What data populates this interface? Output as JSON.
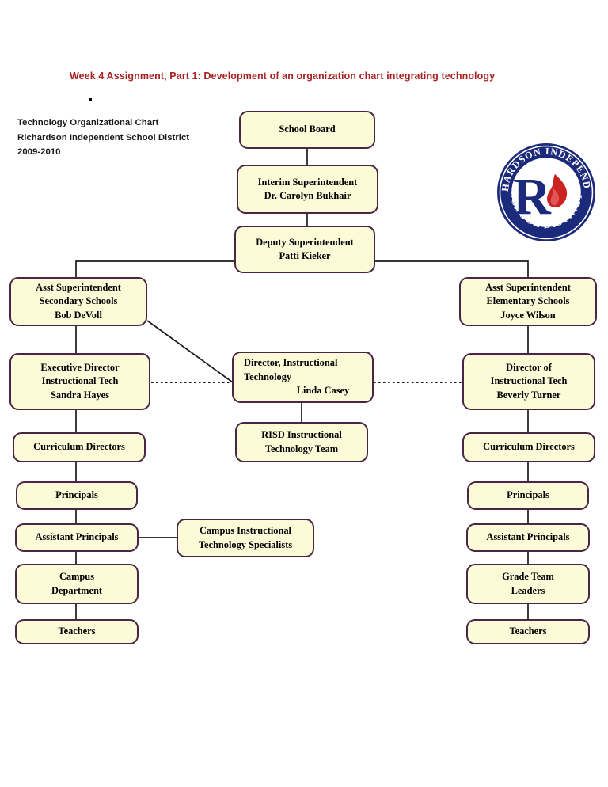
{
  "header": {
    "assignment_title": "Week 4 Assignment, Part 1: Development of an organization chart integrating technology",
    "bullet": "•",
    "caption_line1": "Technology Organizational Chart",
    "caption_line2": "Richardson Independent School District",
    "caption_line3": "2009-2010"
  },
  "logo": {
    "name": "risd-seal",
    "top_arc_text": "RICHARDSON INDEPENDENT",
    "bottom_arc_text": "SCHOOL DISTRICT",
    "monogram": "R",
    "ring_color": "#1b2a7a",
    "flame_color": "#cc2222"
  },
  "theme": {
    "box_fill": "#fcfbd8",
    "box_border": "#4a2545",
    "title_color": "#a82222",
    "connector_color": "#1a1a1a"
  },
  "nodes": {
    "school_board": {
      "l1": "School Board"
    },
    "interim_superintendent": {
      "l1": "Interim Superintendent",
      "l2": "Dr. Carolyn Bukhair"
    },
    "deputy_superintendent": {
      "l1": "Deputy Superintendent",
      "l2": "Patti Kieker"
    },
    "asst_super_secondary": {
      "l1": "Asst Superintendent",
      "l2": "Secondary Schools",
      "l3": "Bob DeVoll"
    },
    "asst_super_elementary": {
      "l1": "Asst Superintendent",
      "l2": "Elementary Schools",
      "l3": "Joyce Wilson"
    },
    "exec_director_it": {
      "l1": "Executive Director",
      "l2": "Instructional Tech",
      "l3": "Sandra Hayes"
    },
    "director_it_center": {
      "l1": "Director, Instructional",
      "l2": "Technology",
      "l3": "Linda Casey"
    },
    "director_it_right": {
      "l1": "Director of",
      "l2": "Instructional Tech",
      "l3": "Beverly Turner"
    },
    "risd_it_team": {
      "l1": "RISD Instructional",
      "l2": "Technology Team"
    },
    "curriculum_directors_left": {
      "l1": "Curriculum Directors"
    },
    "curriculum_directors_right": {
      "l1": "Curriculum Directors"
    },
    "principals_left": {
      "l1": "Principals"
    },
    "principals_right": {
      "l1": "Principals"
    },
    "assistant_principals_left": {
      "l1": "Assistant Principals"
    },
    "assistant_principals_right": {
      "l1": "Assistant Principals"
    },
    "campus_department": {
      "l1": "Campus",
      "l2": "Department"
    },
    "grade_team_leaders": {
      "l1": "Grade Team",
      "l2": "Leaders"
    },
    "teachers_left": {
      "l1": "Teachers"
    },
    "teachers_right": {
      "l1": "Teachers"
    },
    "campus_it_specialists": {
      "l1": "Campus Instructional",
      "l2": "Technology Specialists"
    }
  },
  "chart_data": {
    "type": "diagram",
    "title": "Technology Organizational Chart — Richardson Independent School District 2009-2010",
    "hierarchy": [
      {
        "id": "school_board",
        "label": "School Board",
        "level": 0,
        "parent": null
      },
      {
        "id": "interim_superintendent",
        "label": "Interim Superintendent / Dr. Carolyn Bukhair",
        "level": 1,
        "parent": "school_board"
      },
      {
        "id": "deputy_superintendent",
        "label": "Deputy Superintendent / Patti Kieker",
        "level": 2,
        "parent": "interim_superintendent"
      },
      {
        "id": "asst_super_secondary",
        "label": "Asst Superintendent Secondary Schools / Bob DeVoll",
        "level": 3,
        "parent": "deputy_superintendent"
      },
      {
        "id": "asst_super_elementary",
        "label": "Asst Superintendent Elementary Schools / Joyce Wilson",
        "level": 3,
        "parent": "deputy_superintendent"
      },
      {
        "id": "exec_director_it",
        "label": "Executive Director Instructional Tech / Sandra Hayes",
        "level": 4,
        "parent": "asst_super_secondary"
      },
      {
        "id": "director_it_right",
        "label": "Director of Instructional Tech / Beverly Turner",
        "level": 4,
        "parent": "asst_super_elementary"
      },
      {
        "id": "director_it_center",
        "label": "Director, Instructional Technology / Linda Casey",
        "level": 4,
        "parent": "asst_super_secondary"
      },
      {
        "id": "risd_it_team",
        "label": "RISD Instructional Technology Team",
        "level": 5,
        "parent": "director_it_center"
      },
      {
        "id": "curriculum_directors_left",
        "label": "Curriculum Directors",
        "level": 5,
        "parent": "exec_director_it"
      },
      {
        "id": "curriculum_directors_right",
        "label": "Curriculum Directors",
        "level": 5,
        "parent": "director_it_right"
      },
      {
        "id": "principals_left",
        "label": "Principals",
        "level": 6,
        "parent": "curriculum_directors_left"
      },
      {
        "id": "principals_right",
        "label": "Principals",
        "level": 6,
        "parent": "curriculum_directors_right"
      },
      {
        "id": "assistant_principals_left",
        "label": "Assistant Principals",
        "level": 7,
        "parent": "principals_left"
      },
      {
        "id": "assistant_principals_right",
        "label": "Assistant Principals",
        "level": 7,
        "parent": "principals_right"
      },
      {
        "id": "campus_it_specialists",
        "label": "Campus Instructional Technology Specialists",
        "level": 7,
        "parent": "assistant_principals_left"
      },
      {
        "id": "campus_department",
        "label": "Campus Department",
        "level": 8,
        "parent": "assistant_principals_left"
      },
      {
        "id": "grade_team_leaders",
        "label": "Grade Team Leaders",
        "level": 8,
        "parent": "assistant_principals_right"
      },
      {
        "id": "teachers_left",
        "label": "Teachers",
        "level": 9,
        "parent": "campus_department"
      },
      {
        "id": "teachers_right",
        "label": "Teachers",
        "level": 9,
        "parent": "grade_team_leaders"
      }
    ],
    "dotted_links": [
      {
        "from": "exec_director_it",
        "to": "director_it_center",
        "style": "dotted"
      },
      {
        "from": "director_it_center",
        "to": "director_it_right",
        "style": "dotted"
      }
    ],
    "diagonal_links": [
      {
        "from": "asst_super_secondary",
        "to": "director_it_center",
        "style": "solid-diagonal"
      }
    ]
  }
}
